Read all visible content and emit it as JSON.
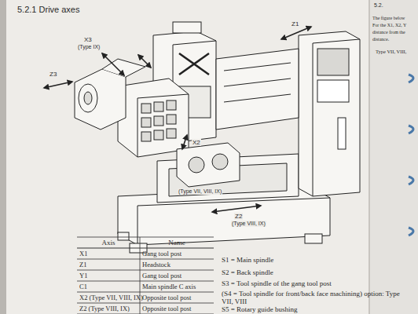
{
  "diagram": {
    "title": "5.2.1 Drive axes",
    "labels": [
      "X3",
      "(Type IX)",
      "Z1",
      "Z3",
      "X2",
      "(Type VII, VIII, IX)",
      "Z2",
      "(Type VIII, IX)",
      "5.2.",
      "The figure below",
      "For the X1, X2, Y",
      "distance from the",
      "distance.",
      "Type VII, VIII,",
      "Axis",
      "Name",
      "X1",
      "Gang tool post",
      "Z1",
      "Headstock",
      "Y1",
      "Gang tool post",
      "C1",
      "Main spindle C axis",
      "X2 (Type VII, VIII, IX)",
      "Opposite tool post",
      "Z2 (Type VIII, IX)",
      "Opposite tool post",
      "S1 = Main spindle",
      "S2 = Back spindle",
      "S3 = Tool spindle of the gang tool post",
      "(S4 = Tool spindle for front/back face machining) option: Type VII, VIII",
      "S5 = Rotary guide bushing"
    ]
  }
}
